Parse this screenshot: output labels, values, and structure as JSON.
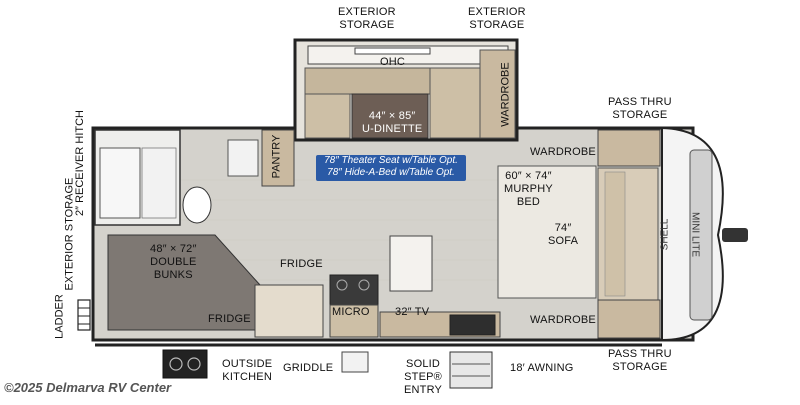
{
  "labels": {
    "exterior_storage_top_1": [
      "EXTERIOR",
      "STORAGE"
    ],
    "exterior_storage_top_2": [
      "EXTERIOR",
      "STORAGE"
    ],
    "pass_thru_storage_top": [
      "PASS THRU",
      "STORAGE"
    ],
    "pass_thru_storage_bottom": [
      "PASS THRU",
      "STORAGE"
    ],
    "ohc": "OHC",
    "u_dinette": [
      "44″ × 85″",
      "U-DINETTE"
    ],
    "wardrobe_vertical": "WARDROBE",
    "wardrobe_top": "WARDROBE",
    "wardrobe_bottom": "WARDROBE",
    "pantry": "PANTRY",
    "theater_seat_note": [
      "78″ Theater Seat w/Table Opt.",
      "78″ Hide-A-Bed w/Table Opt."
    ],
    "murphy_bed": [
      "60″ × 74″",
      "MURPHY",
      "BED"
    ],
    "sofa": [
      "74″",
      "SOFA"
    ],
    "receiver_hitch": [
      "2″",
      "RECEIVER",
      "HITCH"
    ],
    "exterior_storage_left": [
      "EXTERIOR",
      "STORAGE"
    ],
    "ladder": "LADDER",
    "double_bunks": [
      "48″ × 72″",
      "DOUBLE",
      "BUNKS"
    ],
    "fridge_center": "FRIDGE",
    "fridge_left": "FRIDGE",
    "micro": "MICRO",
    "tv": "32″ TV",
    "outside_kitchen": [
      "OUTSIDE",
      "KITCHEN"
    ],
    "griddle": "GRIDDLE",
    "solid_step": [
      "SOLID",
      "STEP®",
      "ENTRY"
    ],
    "awning": "18′ AWNING",
    "front_cap_brand_shell": "SHELL",
    "front_cap_brand_mini": "MINI LITE"
  },
  "copyright": "©2025 Delmarva RV Center",
  "colors": {
    "floor": "#d8d6d0",
    "wall": "#2b2b2b",
    "cabinet_wood": "#c9b9a0",
    "note_bg": "#2a5aa6"
  }
}
